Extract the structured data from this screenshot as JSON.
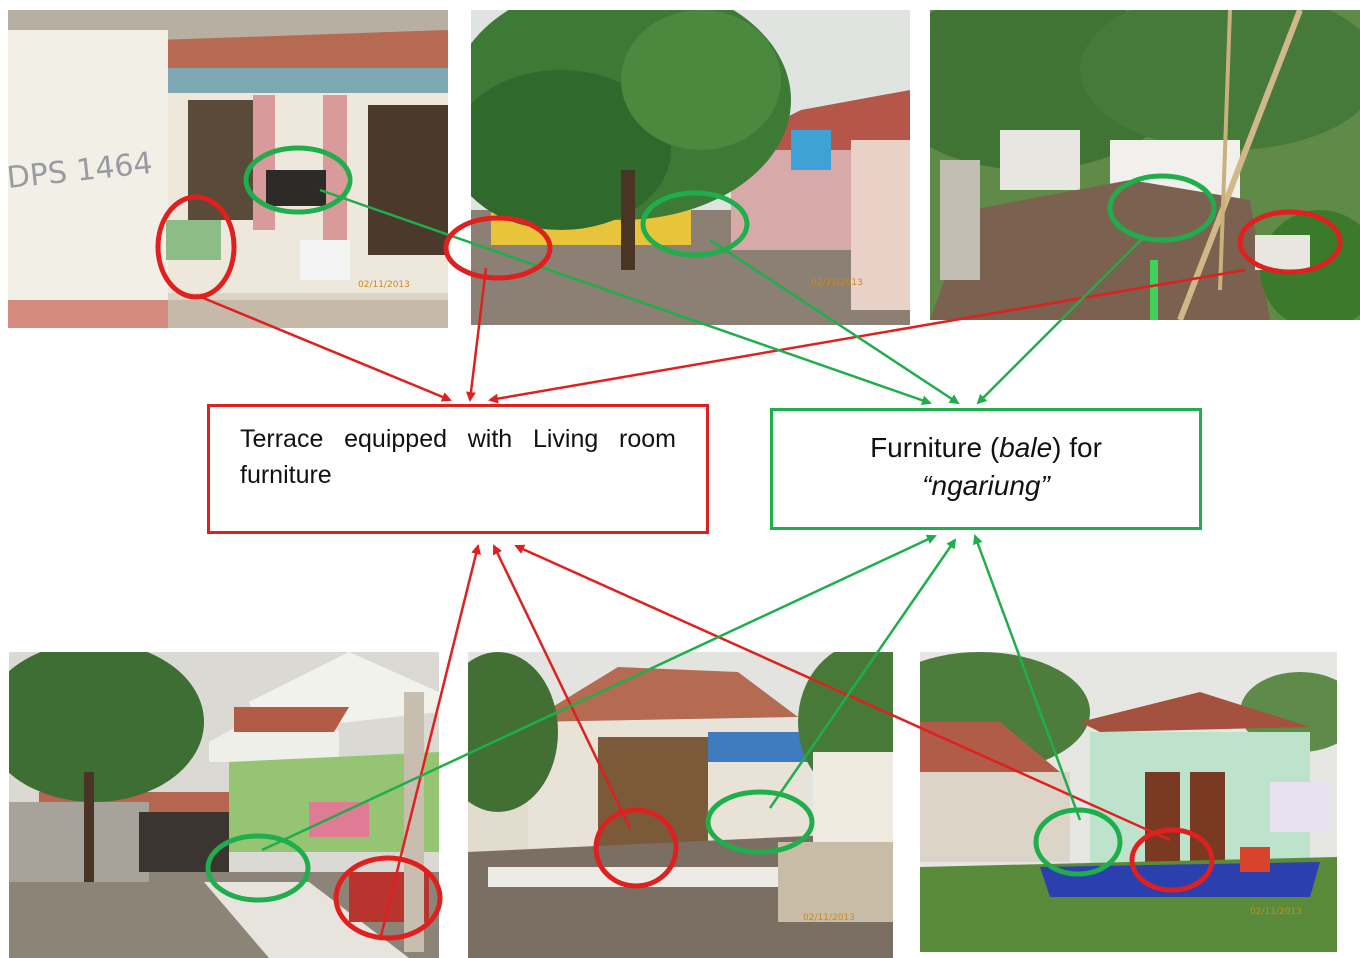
{
  "terrace_box": {
    "text": "Terrace equipped with Living room furniture"
  },
  "furniture_box": {
    "prefix": "Furniture (",
    "term": "bale",
    "suffix": ") for",
    "quote_open": "“",
    "quoted_term": "ngariung",
    "quote_close": "”"
  },
  "photo_stamps": {
    "top_left": "02/11/2013",
    "top_middle": "02/11/2013",
    "bottom_middle": "02/11/2013",
    "bottom_right": "02/11/2013"
  },
  "wall_graffiti": "DPS 1464",
  "colors": {
    "terrace": "#e0201e",
    "furniture": "#1fae4c"
  }
}
